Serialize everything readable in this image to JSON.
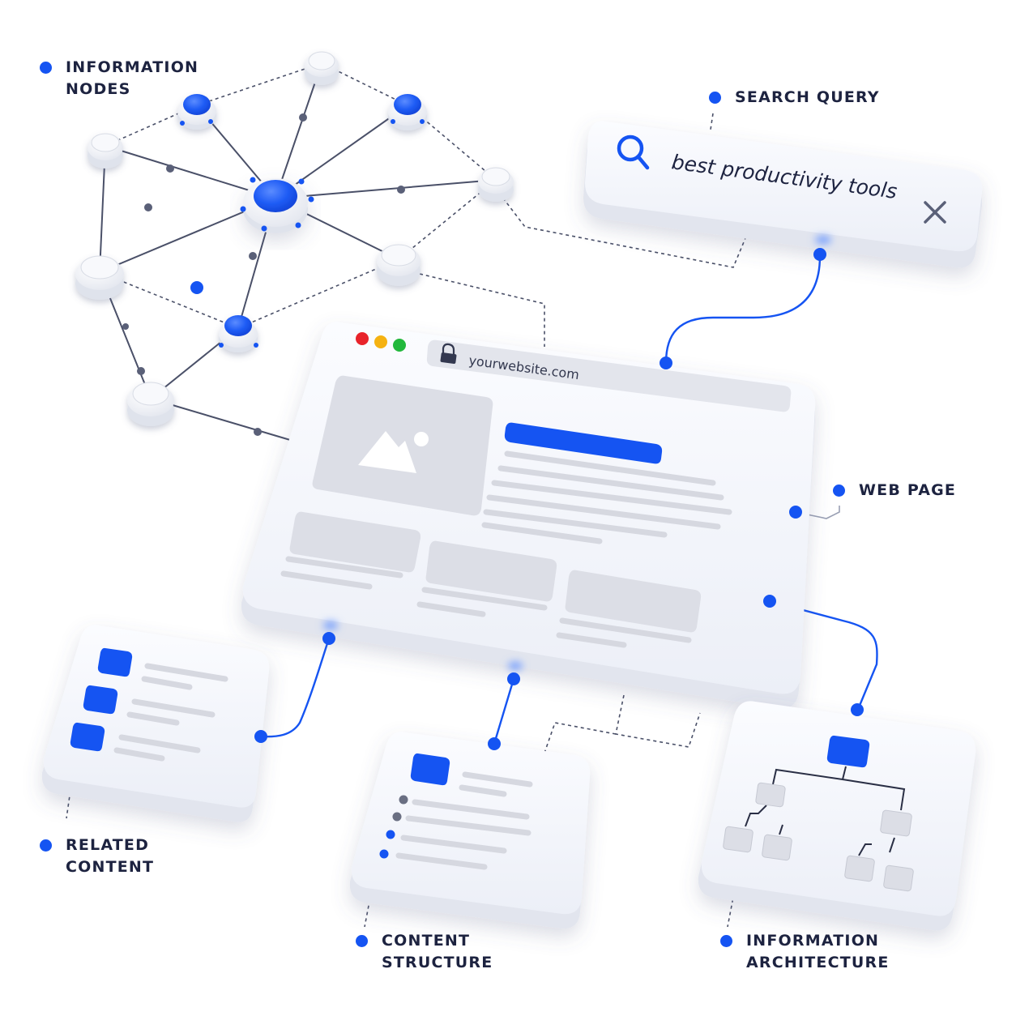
{
  "labels": {
    "information_nodes": [
      "INFORMATION",
      "NODES"
    ],
    "search_query": [
      "SEARCH QUERY"
    ],
    "web_page": [
      "WEB PAGE"
    ],
    "related_content": [
      "RELATED",
      "CONTENT"
    ],
    "content_structure": [
      "CONTENT",
      "STRUCTURE"
    ],
    "information_architecture": [
      "INFORMATION",
      "ARCHITECTURE"
    ]
  },
  "search": {
    "query": "best productivity tools",
    "search_icon": "search-icon",
    "clear_icon": "close-icon"
  },
  "browser": {
    "url": "yourwebsite.com",
    "lock_icon": "lock-icon",
    "window_controls": [
      "#e8232a",
      "#f5b211",
      "#22b83c"
    ]
  },
  "colors": {
    "accent": "#1554f2",
    "card": "#f2f4fa",
    "placeholder": "#dcdee6",
    "text": "#1d2340"
  }
}
